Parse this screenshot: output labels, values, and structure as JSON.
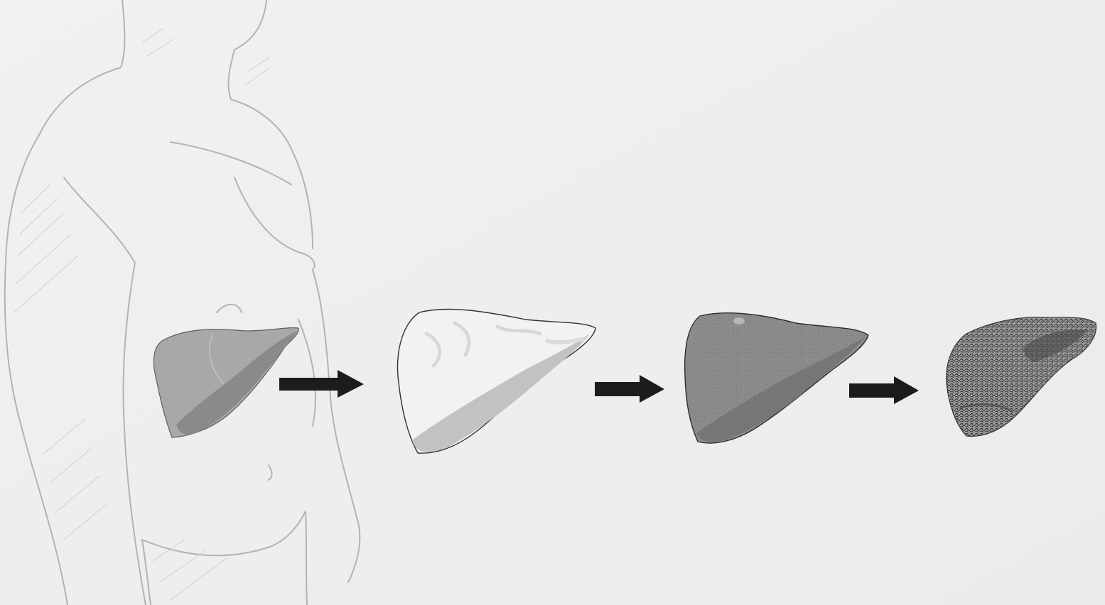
{
  "diagram": {
    "colors": {
      "background": "#eeeeee",
      "body_sketch": "#b3b3b3",
      "arrow": "#1c1c1c",
      "healthy_liver": "#a8a8a8",
      "fatty_liver": "#f2f2f2",
      "fibrotic_liver": "#8e8e8e",
      "cirrhotic_liver": "#6a6a6a"
    },
    "stages": [
      {
        "icon": "healthy-liver-icon"
      },
      {
        "icon": "fatty-liver-icon"
      },
      {
        "icon": "fibrotic-liver-icon"
      },
      {
        "icon": "cirrhotic-liver-icon"
      }
    ],
    "connectors": [
      {
        "icon": "arrow-right-icon",
        "from": 1,
        "to": 2
      },
      {
        "icon": "arrow-right-icon",
        "from": 2,
        "to": 3
      },
      {
        "icon": "arrow-right-icon",
        "from": 3,
        "to": 4
      }
    ]
  }
}
